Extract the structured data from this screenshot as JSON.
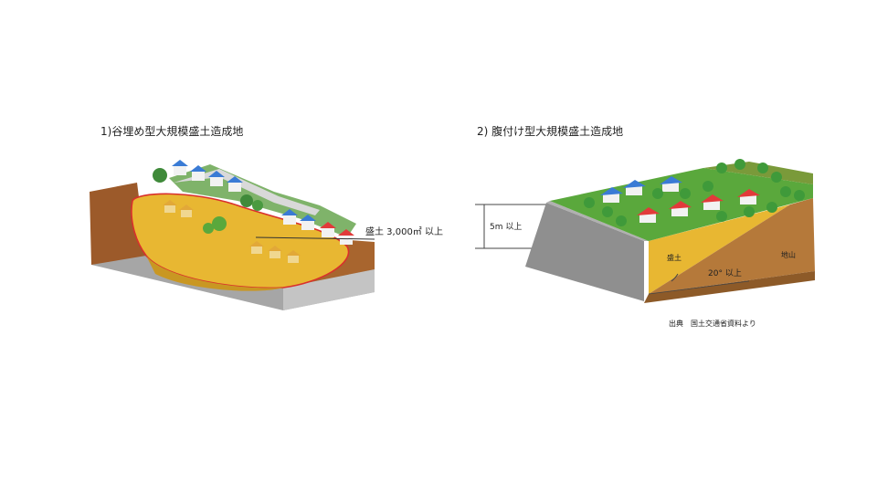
{
  "diagram1": {
    "caption": "1)谷埋め型大規模盛土造成地",
    "label_fill_area": "盛土 3,000㎡ 以上"
  },
  "diagram2": {
    "caption": "2) 腹付け型大規模盛土造成地",
    "label_height": "5m 以上",
    "label_fill": "盛土",
    "label_natural_ground": "地山",
    "label_angle": "20° 以上"
  },
  "source": "出典　国土交通省資料より",
  "colors": {
    "fill_yellow": "#e8b732",
    "grass_green": "#5aa83c",
    "concrete_gray": "#8f8f8f",
    "roof_blue": "#3a7bd5",
    "roof_red": "#e23a3a",
    "outline_red": "#d9302c"
  }
}
